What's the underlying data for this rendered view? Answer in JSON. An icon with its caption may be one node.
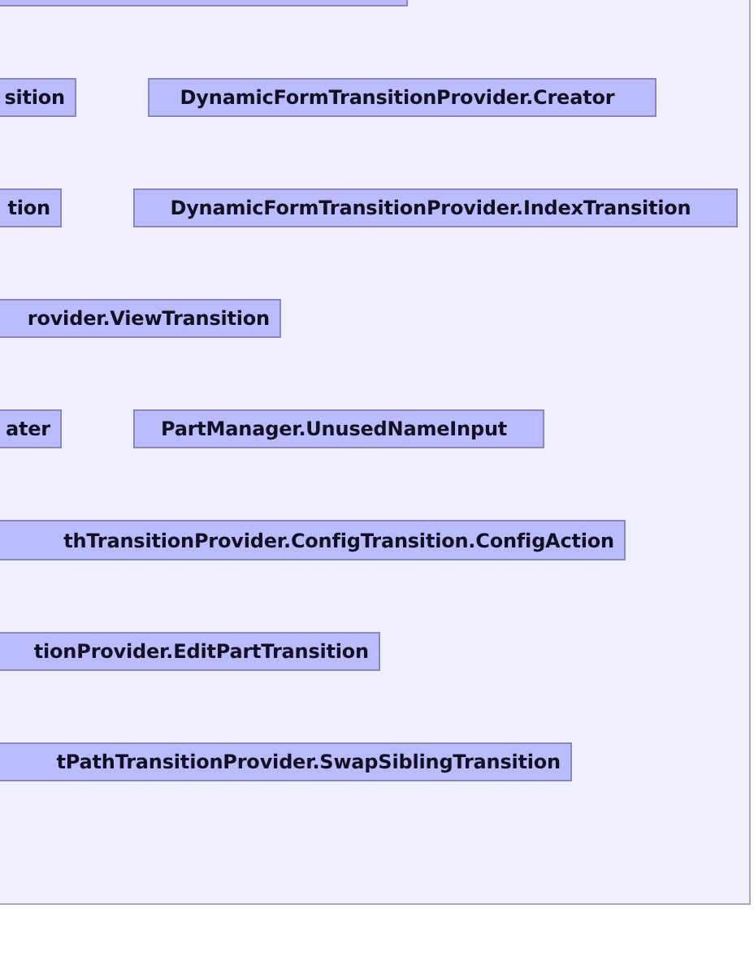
{
  "diagram": {
    "nodes": [
      {
        "text": [],
        "shape": "box"
      },
      {
        "text": [],
        "shape": "box",
        "in": 0
      },
      {
        "text": [
          "sition"
        ],
        "in": 0
      },
      {
        "text": [
          "DynamicFormTransitionProvider.Creator"
        ],
        "in": 0
      },
      {
        "text": [
          "tion"
        ],
        "in": 0
      },
      {
        "text": [
          "DynamicFormTransitionProvider.IndexTransition"
        ],
        "in": 0
      },
      {
        "text": [
          "rovider.ViewTransition"
        ],
        "in": 0
      },
      {
        "text": [
          "ater"
        ],
        "in": 0
      },
      {
        "text": [
          "PartManager.UnusedNameInput"
        ],
        "in": 0
      },
      {
        "text": [
          "thTransitionProvider.ConfigTransition.ConfigAction"
        ],
        "in": 0
      },
      {
        "text": [
          "tionProvider.EditPartTransition"
        ],
        "in": 0
      },
      {
        "text": [
          "tPathTransitionProvider.SwapSiblingTransition"
        ],
        "in": 0
      }
    ]
  }
}
